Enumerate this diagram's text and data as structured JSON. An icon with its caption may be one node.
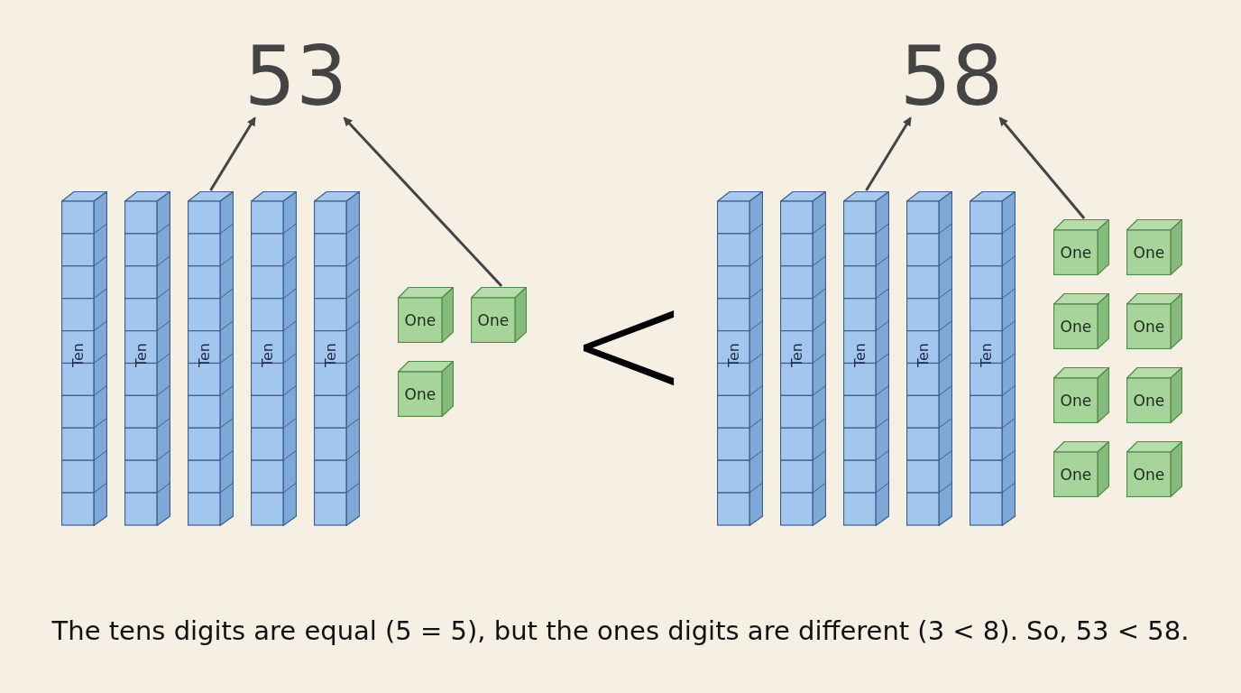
{
  "diagram": {
    "caption": "The tens digits are equal (5 = 5), but the ones digits are different (3 < 8). So, 53 < 58.",
    "nodes": [
      {
        "text": [
          "53"
        ]
      },
      {
        "text": [
          "Ten"
        ]
      },
      {
        "text": [
          "Ten"
        ]
      },
      {
        "text": [
          "Ten"
        ]
      },
      {
        "text": [
          "Ten"
        ]
      },
      {
        "text": [
          "Ten"
        ]
      },
      {
        "text": [
          "One"
        ]
      },
      {
        "text": [
          "One"
        ]
      },
      {
        "text": [
          "One"
        ]
      },
      {
        "text": [
          "58"
        ]
      },
      {
        "text": [
          "Ten"
        ]
      },
      {
        "text": [
          "Ten"
        ]
      },
      {
        "text": [
          "Ten"
        ]
      },
      {
        "text": [
          "Ten"
        ]
      },
      {
        "text": [
          "Ten"
        ]
      },
      {
        "text": [
          "One"
        ]
      },
      {
        "text": [
          "One"
        ]
      },
      {
        "text": [
          "One"
        ]
      },
      {
        "text": [
          "One"
        ]
      },
      {
        "text": [
          "One"
        ]
      },
      {
        "text": [
          "One"
        ]
      },
      {
        "text": [
          "One"
        ]
      },
      {
        "text": [
          "One"
        ]
      }
    ],
    "edges": [
      {
        "from": 3,
        "to": 0,
        "arrow": "to"
      },
      {
        "from": 7,
        "to": 0,
        "arrow": "to"
      },
      {
        "from": 12,
        "to": 9,
        "arrow": "to"
      },
      {
        "from": 15,
        "to": 9,
        "arrow": "to"
      }
    ],
    "labels": [
      "<"
    ]
  }
}
